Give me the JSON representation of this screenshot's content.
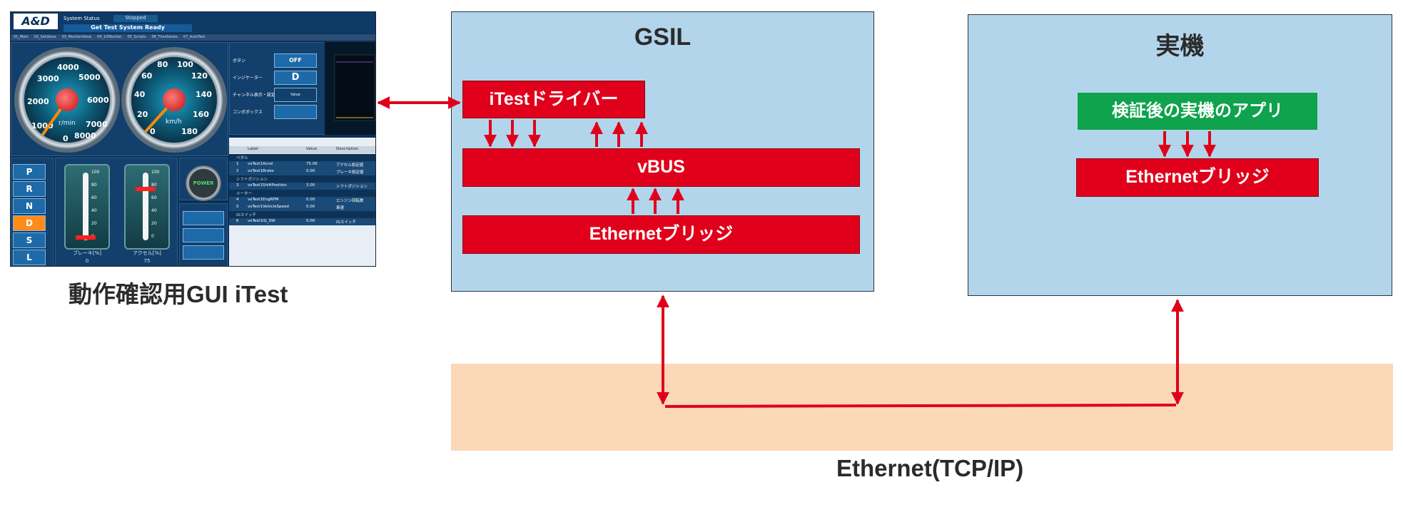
{
  "gui": {
    "logo": "A&D",
    "status_label": "System Status",
    "status_value": "Stopped",
    "ready": "Get Test System Ready",
    "tabs": [
      "01_Main",
      "02_SetValue",
      "03_MonitorValue",
      "04_10Monitor",
      "05_Scripts",
      "06_TimeSeries",
      "07_AutoTest"
    ],
    "rpm_gauge": {
      "ticks": [
        "0",
        "1000",
        "2000",
        "3000",
        "4000",
        "5000",
        "6000",
        "7000",
        "8000"
      ],
      "unit": "r/min"
    },
    "speed_gauge": {
      "ticks": [
        "0",
        "20",
        "40",
        "60",
        "80",
        "100",
        "120",
        "140",
        "160",
        "180"
      ],
      "unit": "km/h"
    },
    "title_panel": [
      {
        "label": "ボタン",
        "value": "OFF"
      },
      {
        "label": "インジケーター",
        "value": "D"
      },
      {
        "label": "チャンネル表示・設定",
        "value": "Value"
      },
      {
        "label": "コンボボックス",
        "value": ""
      }
    ],
    "list": {
      "headers": [
        "Label",
        "Value",
        "Description"
      ],
      "rows": [
        {
          "type": "grp",
          "cols": [
            "ペダル"
          ]
        },
        {
          "type": "row",
          "cols": [
            "1",
            "voTest1Accel",
            "75.06",
            "アクセル設定値"
          ]
        },
        {
          "type": "row",
          "cols": [
            "2",
            "voTest1Brake",
            "0.00",
            "ブレーキ設定値"
          ]
        },
        {
          "type": "grp",
          "cols": [
            "シフトポジション"
          ]
        },
        {
          "type": "row",
          "cols": [
            "3",
            "voTest1ShiftPosition",
            "3.00",
            "シフトポジション"
          ]
        },
        {
          "type": "grp",
          "cols": [
            "メーター"
          ]
        },
        {
          "type": "row",
          "cols": [
            "4",
            "voTest1EngRPM",
            "0.00",
            "エンジン回転数"
          ]
        },
        {
          "type": "row",
          "cols": [
            "5",
            "voTest1VehicleSpeed",
            "0.00",
            "車速"
          ]
        },
        {
          "type": "grp",
          "cols": [
            "IGスイッチ"
          ]
        },
        {
          "type": "row",
          "cols": [
            "6",
            "voTest1IG_SW",
            "0.00",
            "IGスイッチ"
          ]
        }
      ]
    },
    "shift": [
      "P",
      "R",
      "N",
      "D",
      "S",
      "L"
    ],
    "shift_active": "D",
    "brake": {
      "caption": "ブレーキ[%]",
      "value": "0"
    },
    "accel": {
      "caption": "アクセル[%]",
      "value": "75"
    },
    "scale": [
      "100",
      "80",
      "60",
      "40",
      "20",
      "0"
    ],
    "power": "POWER"
  },
  "gui_caption": "動作確認用GUI iTest",
  "gsil": {
    "title": "GSIL",
    "driver": "iTestドライバー",
    "vbus": "vBUS",
    "bridge": "Ethernetブリッジ"
  },
  "jikki": {
    "title": "実機",
    "app": "検証後の実機のアプリ",
    "bridge": "Ethernetブリッジ"
  },
  "network_label": "Ethernet(TCP/IP)",
  "colors": {
    "red": "#e0001b",
    "green": "#0ea34c",
    "box_blue": "#b3d5eb",
    "peach": "#fbd9b8"
  }
}
